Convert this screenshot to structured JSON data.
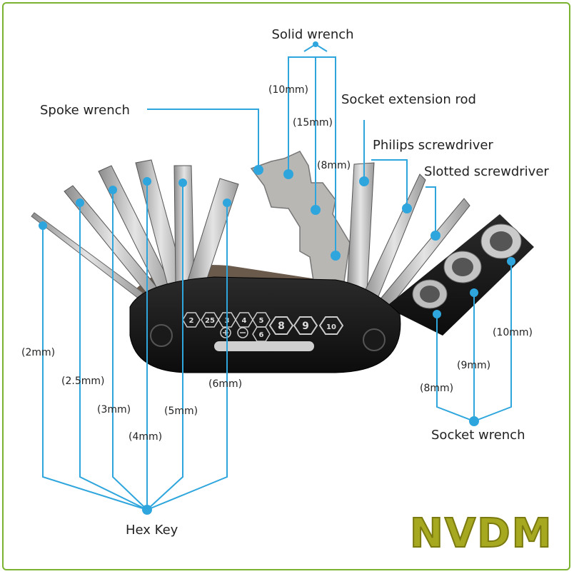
{
  "labels": {
    "solid_wrench": "Solid wrench",
    "socket_extension_rod": "Socket extension rod",
    "spoke_wrench": "Spoke wrench",
    "philips_screwdriver": "Philips screwdriver",
    "slotted_screwdriver": "Slotted screwdriver",
    "socket_wrench": "Socket wrench",
    "hex_key": "Hex Key"
  },
  "sizes": {
    "solid_10": "(10mm)",
    "solid_15": "(15mm)",
    "solid_8": "(8mm)",
    "hex_2": "(2mm)",
    "hex_25": "(2.5mm)",
    "hex_3": "(3mm)",
    "hex_4": "(4mm)",
    "hex_5": "(5mm)",
    "hex_6": "(6mm)",
    "socket_10": "(10mm)",
    "socket_9": "(9mm)",
    "socket_8": "(8mm)"
  },
  "tool_markings": {
    "hex_2": "2",
    "hex_25": "25",
    "hex_3": "3",
    "hex_4": "4",
    "hex_5": "5",
    "hex_6": "6",
    "socket_8": "8",
    "socket_9": "9",
    "socket_10": "10"
  },
  "brand": "NVDM",
  "colors": {
    "leader": "#2ea6dd",
    "frame": "#7bb22f",
    "brand_fill": "#a6a91f"
  }
}
